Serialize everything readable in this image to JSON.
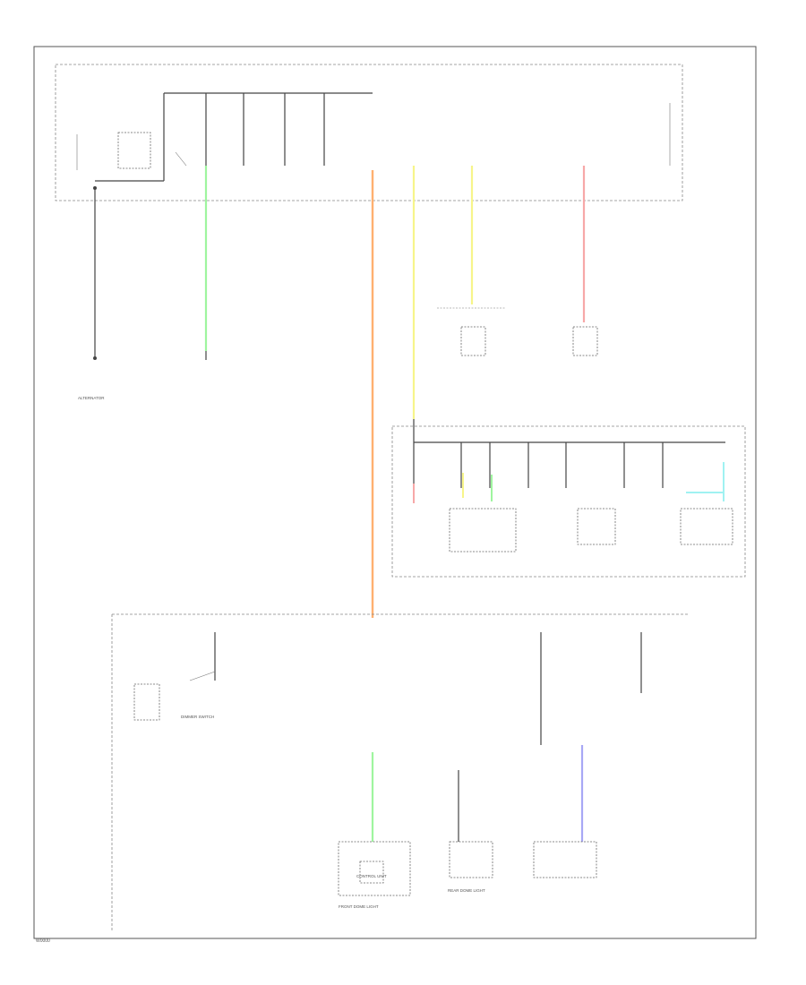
{
  "wire_colors": {
    "green": "#9ff59f",
    "orange": "#ffb070",
    "yellow": "#f7f58a",
    "red": "#f7a8a8",
    "cyan": "#a0f2f2",
    "blue": "#a8a8f5",
    "black": "#444444"
  },
  "footer": {
    "code": "W0000"
  },
  "labels": {
    "alternator": "ALTERNATOR",
    "dimmer_switch": "DIMMER SWITCH",
    "front_dome": "FRONT DOME LIGHT",
    "rear_dome": "REAR DOME LIGHT",
    "control_unit": "CONTROL UNIT"
  }
}
